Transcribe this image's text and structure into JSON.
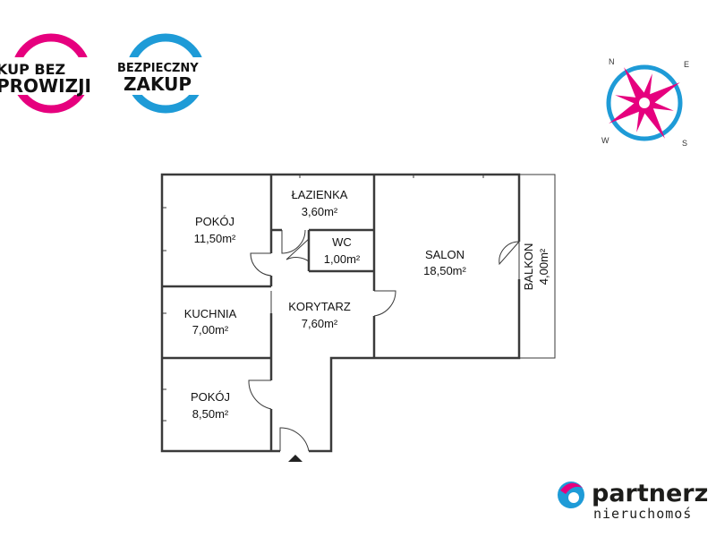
{
  "badges": {
    "left": {
      "line1": "KUP BEZ",
      "line2": "PROWIZJI",
      "color": "#e6007e"
    },
    "right": {
      "line1": "BEZPIECZNY",
      "line2": "ZAKUP",
      "color": "#1e9bd7"
    }
  },
  "compass": {
    "n": "N",
    "e": "E",
    "s": "S",
    "w": "W",
    "color": "#e6007e",
    "accent": "#1e9bd7"
  },
  "rooms": {
    "pokoj1": {
      "name": "POKÓJ",
      "area": "11,50m²"
    },
    "lazienka": {
      "name": "ŁAZIENKA",
      "area": "3,60m²"
    },
    "wc": {
      "name": "WC",
      "area": "1,00m²"
    },
    "salon": {
      "name": "SALON",
      "area": "18,50m²"
    },
    "balkon": {
      "name": "BALKON",
      "area": "4,00m²"
    },
    "kuchnia": {
      "name": "KUCHNIA",
      "area": "7,00m²"
    },
    "korytarz": {
      "name": "KORYTARZ",
      "area": "7,60m²"
    },
    "pokoj2": {
      "name": "POKÓJ",
      "area": "8,50m²"
    }
  },
  "brand": {
    "name": "partnerz",
    "sub": "nieruchomoś",
    "icon": "drop-logo-icon",
    "pink": "#e6007e",
    "blue": "#1e9bd7"
  }
}
